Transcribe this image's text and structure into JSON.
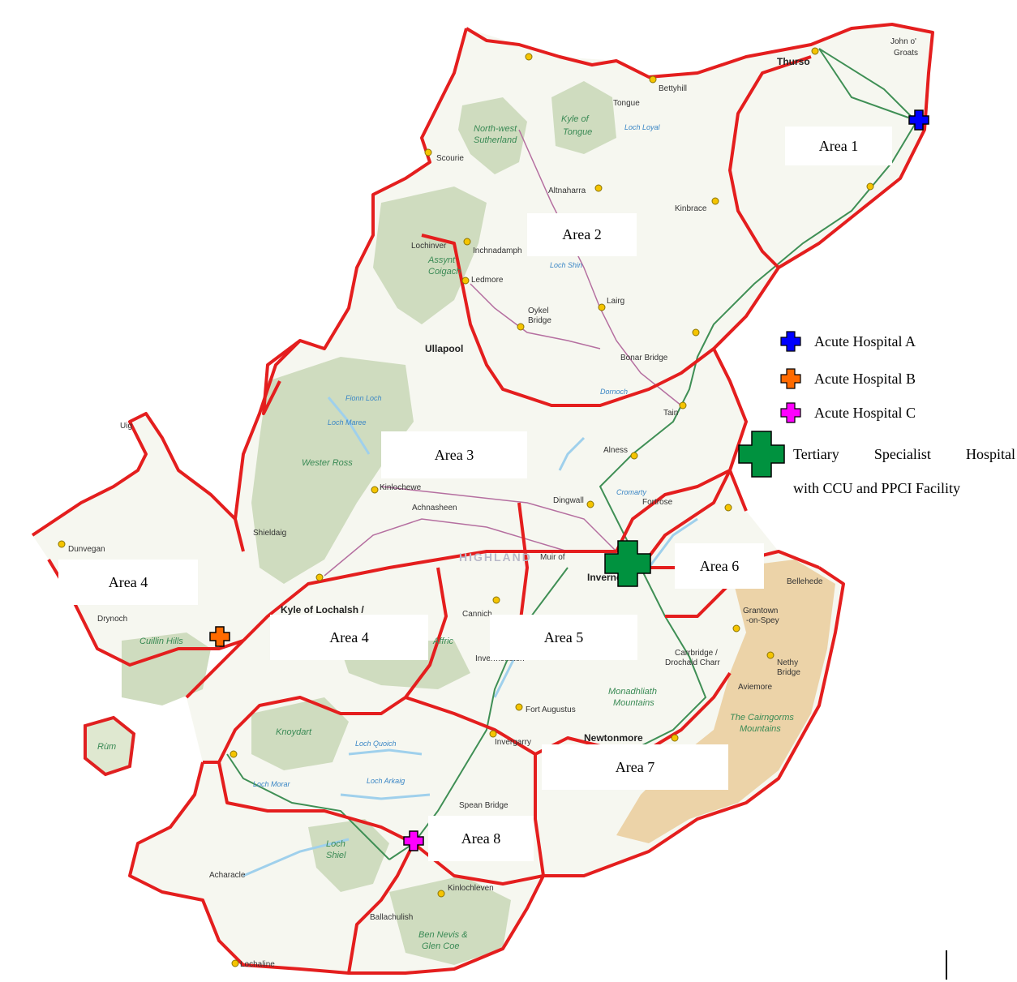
{
  "areas": [
    {
      "label": "Area 1"
    },
    {
      "label": "Area 2"
    },
    {
      "label": "Area 3"
    },
    {
      "label": "Area 4"
    },
    {
      "label": "Area 4"
    },
    {
      "label": "Area 5"
    },
    {
      "label": "Area 6"
    },
    {
      "label": "Area 7"
    },
    {
      "label": "Area 8"
    }
  ],
  "legend": {
    "items": [
      {
        "label": "Acute Hospital A",
        "color": "#0000ff",
        "icon": "cross-icon"
      },
      {
        "label": "Acute Hospital B",
        "color": "#ff6a00",
        "icon": "cross-icon"
      },
      {
        "label": "Acute Hospital C",
        "color": "#ff00ff",
        "icon": "cross-icon"
      },
      {
        "label": "Tertiary Specialist Hospital",
        "label2": "with CCU and PPCI Facility",
        "color": "#00923f",
        "icon": "cross-icon"
      }
    ]
  },
  "places": {
    "thurso": "Thurso",
    "john_o_groats_1": "John o'",
    "john_o_groats_2": "Groats",
    "bettyhill": "Bettyhill",
    "tongue": "Tongue",
    "scourie": "Scourie",
    "altnaharra": "Altnaharra",
    "kinbrace": "Kinbrace",
    "lochinver": "Lochinver",
    "inchnadamph": "Inchnadamph",
    "ledmore": "Ledmore",
    "oykel_bridge_1": "Oykel",
    "oykel_bridge_2": "Bridge",
    "lairg": "Lairg",
    "bonar_bridge": "Bonar Bridge",
    "ullapool": "Ullapool",
    "tain": "Tain",
    "alness": "Alness",
    "dingwall": "Dingwall",
    "fortrose": "Fortrose",
    "kinlochewe": "Kinlochewe",
    "achnasheen": "Achnasheen",
    "shieldaig": "Shieldaig",
    "muir_of_ord": "Muir of",
    "uig": "Uig",
    "dunvegan": "Dunvegan",
    "drynoch": "Drynoch",
    "kyle": "Kyle of Lochalsh /",
    "cannich": "Cannich",
    "fort_augustus": "Fort Augustus",
    "grantown_1": "Grantown",
    "grantown_2": "-on-Spey",
    "carrbridge_1": "Carrbridge /",
    "carrbridge_2": "Drochaid Charr",
    "nethy_1": "Nethy",
    "nethy_2": "Bridge",
    "aviemore": "Aviemore",
    "newtonmore": "Newtonmore",
    "invergarry": "Invergarry",
    "spean_bridge": "Spean Bridge",
    "kinlochleven": "Kinlochleven",
    "ballachulish": "Ballachulish",
    "acharacle": "Acharacle",
    "lochaline": "Lochaline",
    "bellehede": "Bellehede",
    "inverness": "Inverness",
    "invermoriston": "Invermoriston"
  },
  "features": {
    "nw_sutherland_1": "North-west",
    "nw_sutherland_2": "Sutherland",
    "kyle_tongue_1": "Kyle of",
    "kyle_tongue_2": "Tongue",
    "assynt_1": "Assynt",
    "assynt_2": "Coigach",
    "wester_ross": "Wester Ross",
    "cuillin": "Cuillin Hills",
    "knoydart": "Knoydart",
    "rum": "Rùm",
    "affric": "Affric",
    "monadhliath_1": "Monadhliath",
    "monadhliath_2": "Mountains",
    "cairngorms_1": "The Cairngorms",
    "cairngorms_2": "Mountains",
    "loch_shiel_1": "Loch",
    "loch_shiel_2": "Shiel",
    "ben_nevis_1": "Ben Nevis &",
    "ben_nevis_2": "Glen Coe",
    "highland": "HIGHLAND",
    "dornoch": "Dornoch",
    "cromarty": "Cromarty",
    "loch_morar": "Loch Morar",
    "loch_arkaig": "Loch Arkaig",
    "loch_quoich": "Loch Quoich",
    "loch_loyal": "Loch Loyal",
    "loch_shin": "Loch Shin",
    "loch_maree": "Loch Maree",
    "fionn_loch": "Fionn Loch"
  }
}
